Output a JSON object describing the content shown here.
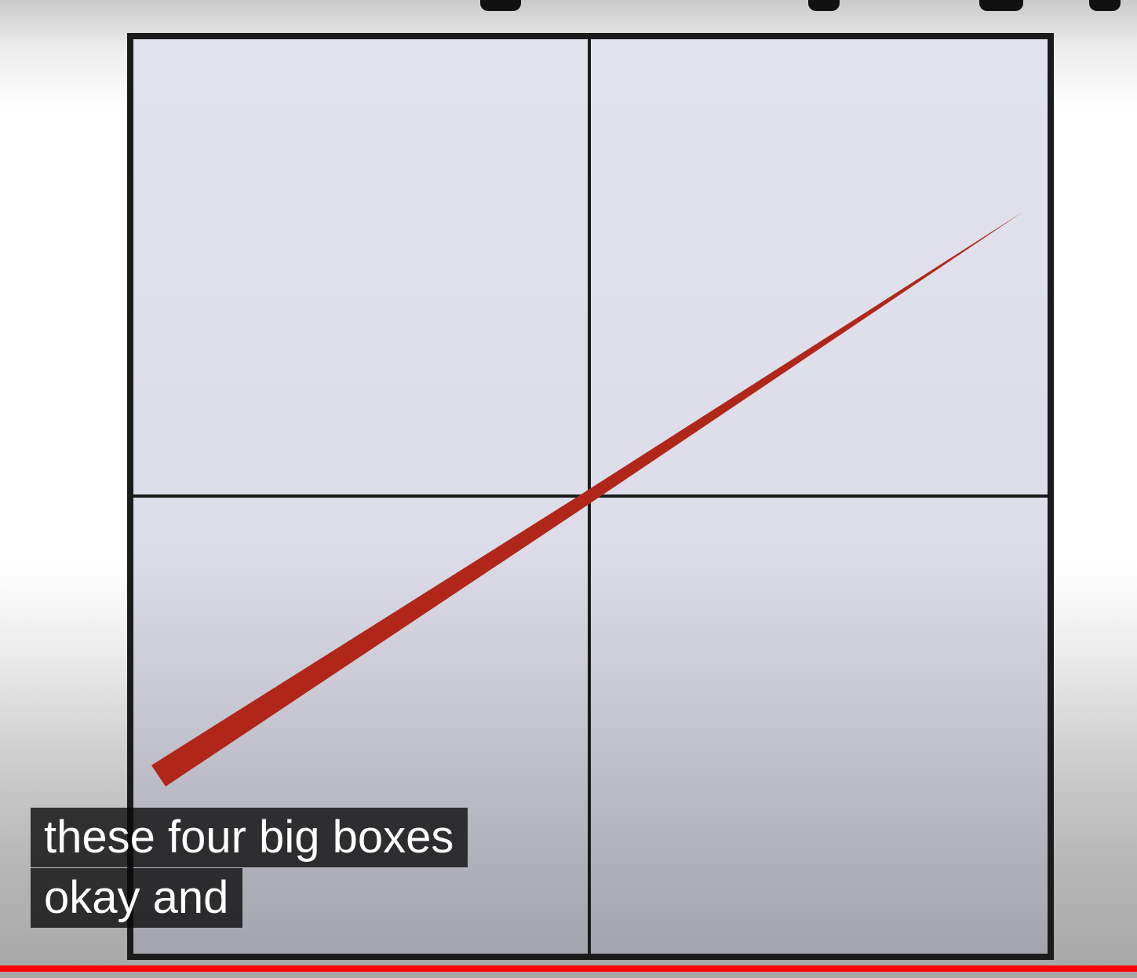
{
  "subtitles": {
    "line1": "these four big boxes",
    "line2": "okay and"
  },
  "player": {
    "progress_fraction": 1.0,
    "progress_color": "#ff0000"
  },
  "diagram": {
    "quadrant_count": 4,
    "needle_color": "#b0271a",
    "grid_color": "#1b1b1b",
    "needle_shape": "thin tapered wedge through the center, widening toward the lower-left"
  }
}
